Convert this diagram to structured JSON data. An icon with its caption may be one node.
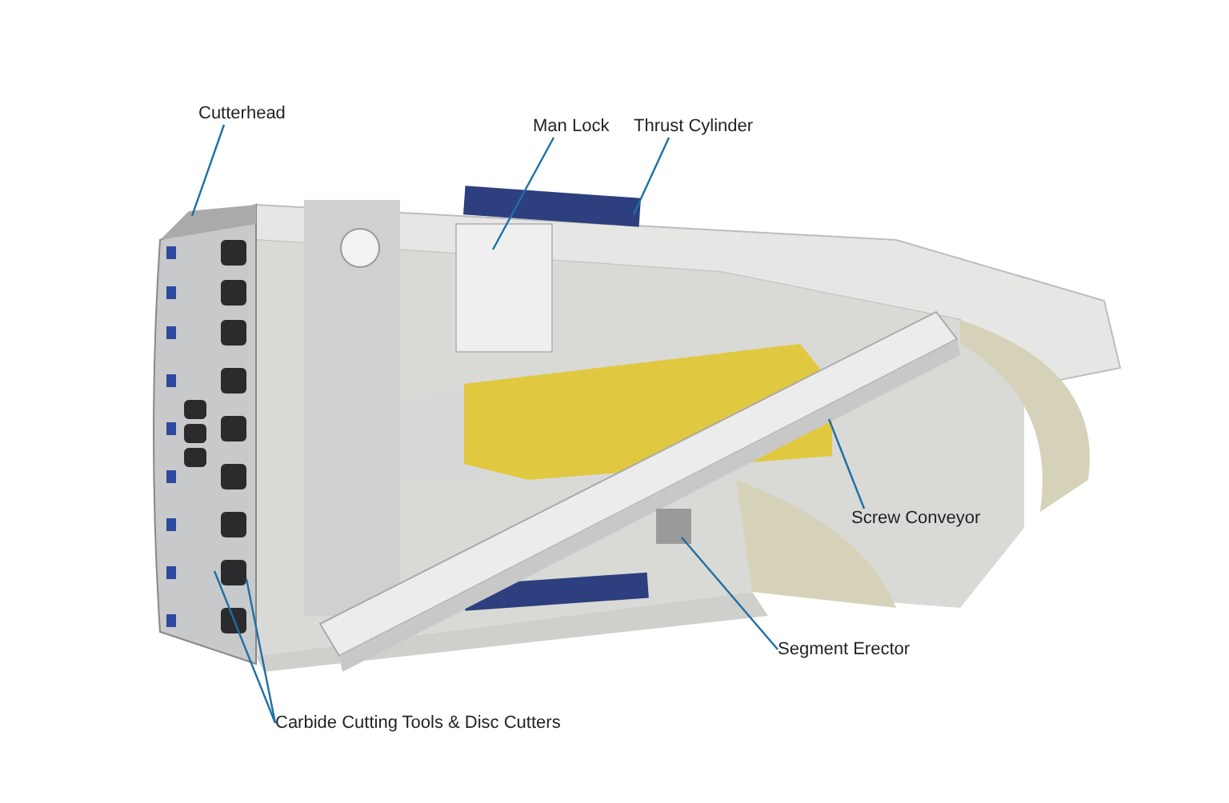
{
  "diagram": {
    "nodes": [
      {
        "text": [
          "Cutterhead"
        ]
      },
      {
        "text": [
          "Man Lock"
        ]
      },
      {
        "text": [
          "Thrust Cylinder"
        ]
      },
      {
        "text": [
          "Screw Conveyor"
        ]
      },
      {
        "text": [
          "Segment Erector"
        ]
      },
      {
        "text": [
          "Carbide Cutting Tools & Disc Cutters"
        ]
      }
    ],
    "edges": [
      {
        "from": 0,
        "to": null,
        "arrow": "none"
      },
      {
        "from": 1,
        "to": null,
        "arrow": "none"
      },
      {
        "from": 2,
        "to": null,
        "arrow": "none"
      },
      {
        "from": 3,
        "to": null,
        "arrow": "none"
      },
      {
        "from": 4,
        "to": null,
        "arrow": "none"
      },
      {
        "from": 5,
        "to": null,
        "arrow": "none"
      },
      {
        "from": 5,
        "to": null,
        "arrow": "none"
      }
    ]
  }
}
